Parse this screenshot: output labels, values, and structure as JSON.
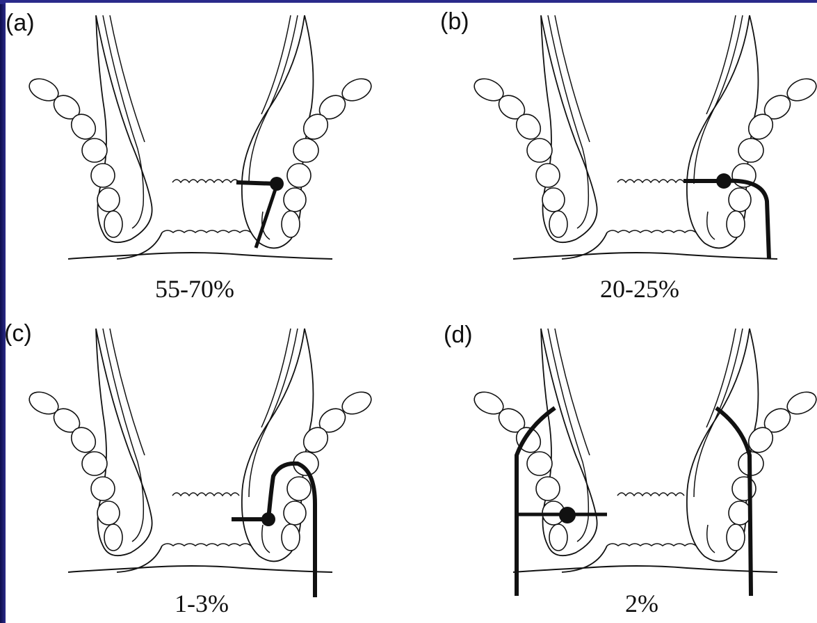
{
  "panels": [
    {
      "id": "a",
      "label": "(a)",
      "percentage": "55-70%"
    },
    {
      "id": "b",
      "label": "(b)",
      "percentage": "20-25%"
    },
    {
      "id": "c",
      "label": "(c)",
      "percentage": "1-3%"
    },
    {
      "id": "d",
      "label": "(d)",
      "percentage": "2%"
    }
  ],
  "colors": {
    "background": "#1c1c6e",
    "slide": "#ffffff",
    "ink": "#111111"
  }
}
